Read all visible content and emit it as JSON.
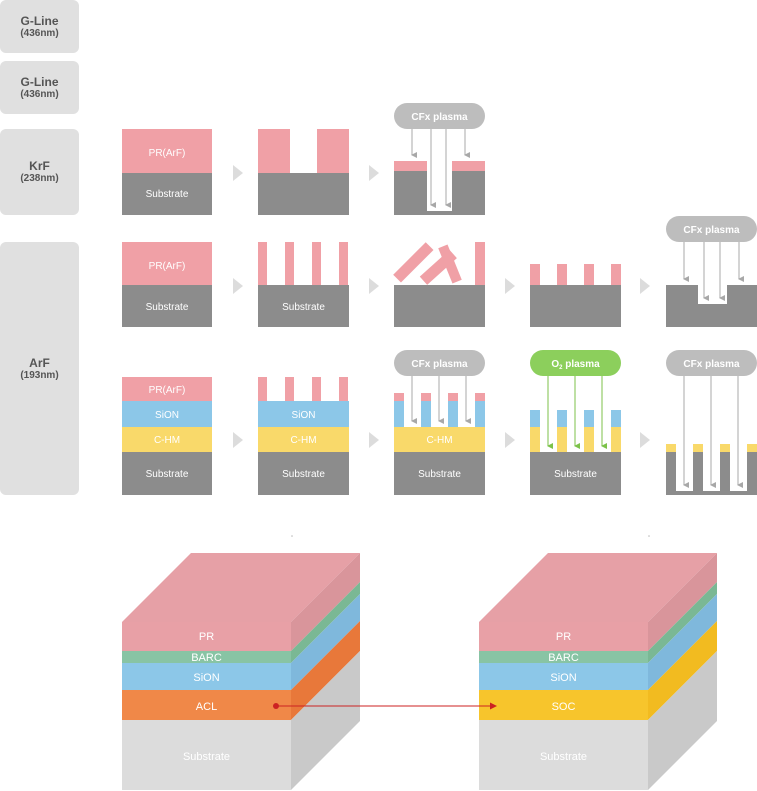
{
  "labels": {
    "gline1": {
      "name": "G-Line",
      "wave": "(436nm)"
    },
    "gline2": {
      "name": "G-Line",
      "wave": "(436nm)"
    },
    "krf": {
      "name": "KrF",
      "wave": "(238nm)"
    },
    "arf": {
      "name": "ArF",
      "wave": "(193nm)"
    }
  },
  "layers": {
    "pr": "PR(ArF)",
    "substrate": "Substrate",
    "sion": "SiON",
    "chm": "C-HM"
  },
  "plasma": {
    "cfx": "CFx plasma",
    "o2_main": "O",
    "o2_sub": "2",
    "o2_tail": " plasma"
  },
  "stacks": {
    "left": {
      "pr": "PR",
      "barc": "BARC",
      "sion": "SiON",
      "hm": "ACL",
      "substrate": "Substrate"
    },
    "right": {
      "pr": "PR",
      "barc": "BARC",
      "sion": "SiON",
      "hm": "SOC",
      "substrate": "Substrate"
    }
  },
  "colors": {
    "pr": "#f0a0a6",
    "substrate": "#8c8c8c",
    "sion": "#8cc7e8",
    "chm": "#f9d96a",
    "plasma_gray": "#bdbdbd",
    "plasma_green": "#8ccf5c",
    "acl": "#f08848",
    "soc": "#f7c52c",
    "barc": "#88c4a4",
    "connector": "#cc2222"
  }
}
